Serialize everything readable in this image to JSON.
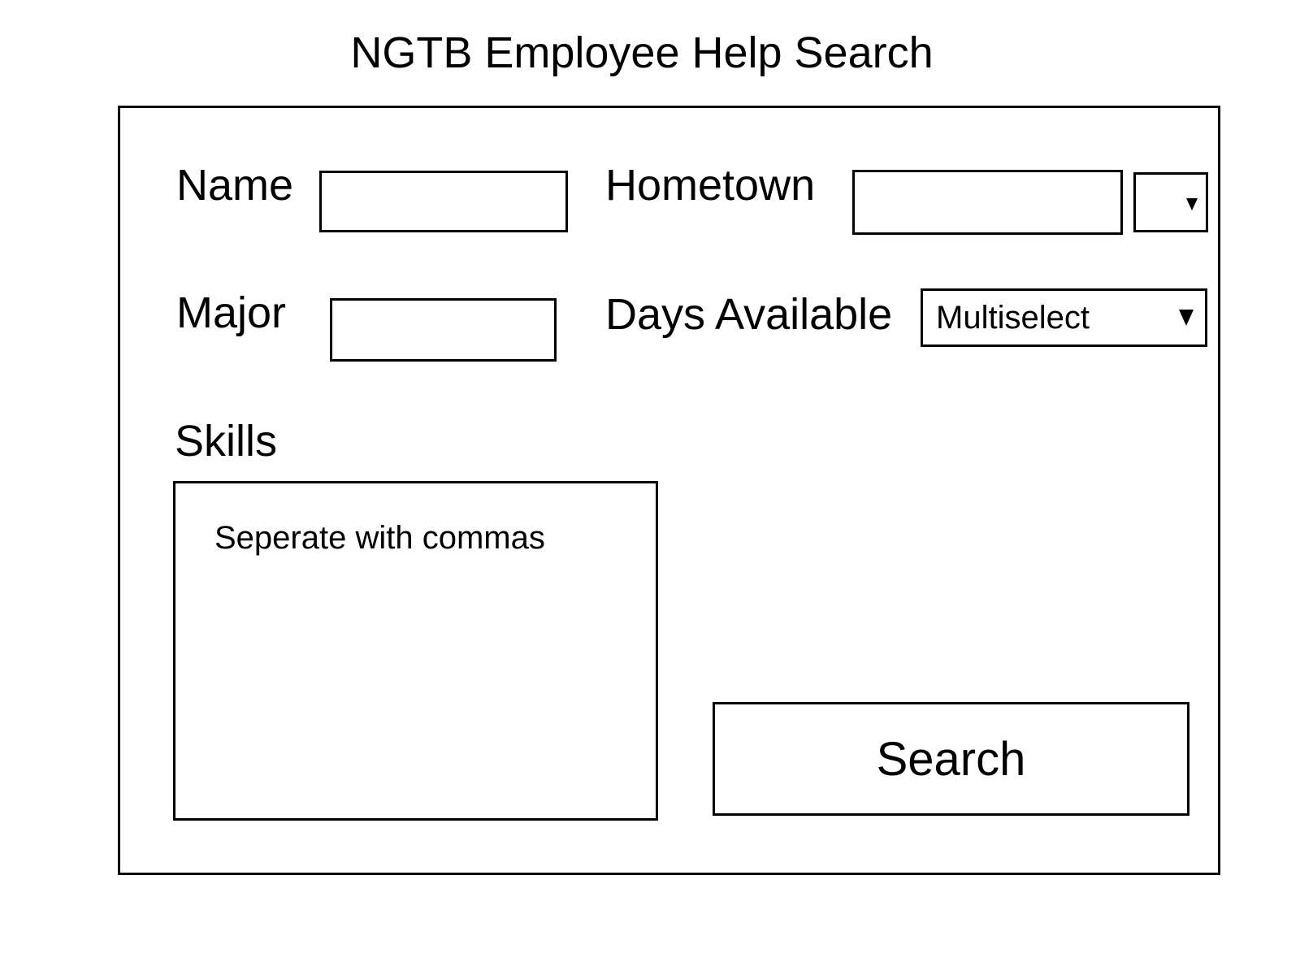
{
  "page": {
    "title": "NGTB Employee Help Search"
  },
  "form": {
    "name": {
      "label": "Name",
      "value": ""
    },
    "hometown": {
      "label": "Hometown",
      "value": "",
      "selected": ""
    },
    "major": {
      "label": "Major",
      "value": ""
    },
    "days_available": {
      "label": "Days Available",
      "selected": "Multiselect"
    },
    "skills": {
      "label": "Skills",
      "value": "",
      "placeholder": "Seperate with commas"
    },
    "search_label": "Search"
  },
  "icons": {
    "dropdown": "chevron-down-icon"
  },
  "colors": {
    "border": "#000000",
    "background": "#ffffff",
    "text": "#000000"
  }
}
